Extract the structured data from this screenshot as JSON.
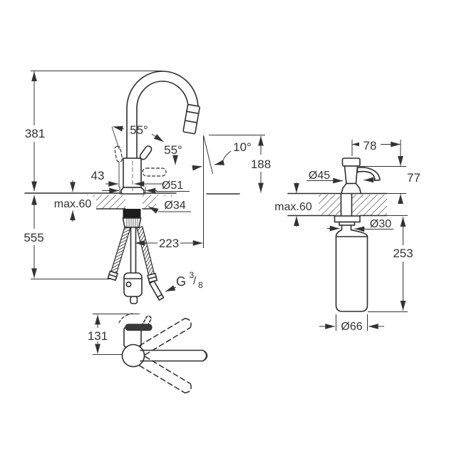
{
  "colors": {
    "line": "#333333",
    "object": "#2e2e2e",
    "background": "#ffffff"
  },
  "faucet_view": {
    "labels": {
      "spout_height": "381",
      "below_counter_height": "555",
      "counter_max": "max.60",
      "handle_offset": "43",
      "handle_swing_angle": "55°",
      "handle_side_angle": "55°",
      "spray_tilt_angle": "10°",
      "outlet_height": "188",
      "base_diameter": "Ø51",
      "hole_diameter": "Ø34",
      "projection": "223",
      "thread_g": "G",
      "thread_num": "3",
      "thread_slash": "/",
      "thread_den": "8"
    }
  },
  "front_view": {
    "labels": {
      "body_height": "131"
    }
  },
  "dispenser_view": {
    "labels": {
      "spout_reach": "78",
      "pump_diameter": "Ø45",
      "above_counter_height": "77",
      "counter_max": "max.60",
      "shank_diameter": "Ø30",
      "bottle_height": "253",
      "bottle_diameter": "Ø66"
    }
  }
}
